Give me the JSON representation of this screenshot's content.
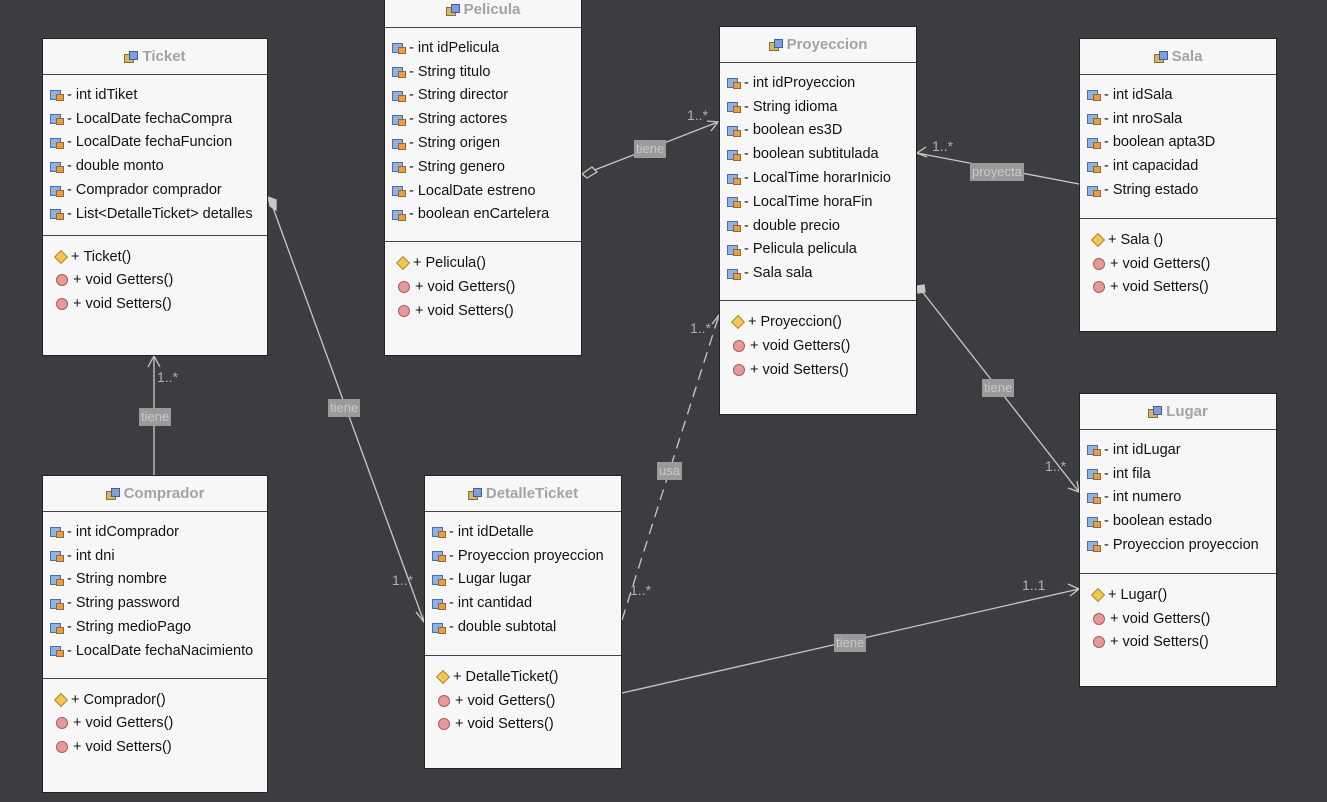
{
  "classes": {
    "ticket": {
      "name": "Ticket",
      "attributes": [
        "int idTiket",
        "LocalDate fechaCompra",
        "LocalDate fechaFuncion",
        "double monto",
        "Comprador comprador",
        "List<DetalleTicket> detalles"
      ],
      "operations": [
        "Ticket()",
        "void Getters()",
        "void Setters()"
      ]
    },
    "pelicula": {
      "name": "Pelicula",
      "attributes": [
        "int idPelicula",
        "String titulo",
        "String director",
        "String actores",
        "String origen",
        "String genero",
        "LocalDate estreno",
        "boolean enCartelera"
      ],
      "operations": [
        "Pelicula()",
        "void Getters()",
        "void Setters()"
      ]
    },
    "proyeccion": {
      "name": "Proyeccion",
      "attributes": [
        "int idProyeccion",
        "String idioma",
        "boolean es3D",
        "boolean subtitulada",
        "LocalTime horarInicio",
        "LocalTime horaFin",
        "double precio",
        "Pelicula pelicula",
        "Sala sala"
      ],
      "operations": [
        "Proyeccion()",
        "void Getters()",
        "void Setters()"
      ]
    },
    "sala": {
      "name": "Sala",
      "attributes": [
        "int idSala",
        "int nroSala",
        "boolean apta3D",
        "int capacidad",
        "String estado"
      ],
      "operations": [
        "Sala ()",
        "void Getters()",
        "void Setters()"
      ]
    },
    "comprador": {
      "name": "Comprador",
      "attributes": [
        "int idComprador",
        "int dni",
        "String nombre",
        "String password",
        "String medioPago",
        "LocalDate fechaNacimiento"
      ],
      "operations": [
        "Comprador()",
        "void Getters()",
        "void Setters()"
      ]
    },
    "detalleticket": {
      "name": "DetalleTicket",
      "attributes": [
        "int idDetalle",
        "Proyeccion proyeccion",
        "Lugar lugar",
        "int cantidad",
        "double subtotal"
      ],
      "operations": [
        "DetalleTicket()",
        "void Getters()",
        "void Setters()"
      ]
    },
    "lugar": {
      "name": "Lugar",
      "attributes": [
        "int idLugar",
        "int fila",
        "int numero",
        "boolean estado",
        "Proyeccion proyeccion"
      ],
      "operations": [
        "Lugar()",
        "void Getters()",
        "void Setters()"
      ]
    }
  },
  "visibility": {
    "private": "-",
    "public": "+"
  },
  "relations": {
    "pelicula_proyeccion": {
      "label": "tiene",
      "multiplicity": "1..*"
    },
    "sala_proyeccion": {
      "label": "proyecta",
      "multiplicity": "1..*"
    },
    "ticket_detalle": {
      "label": "tiene",
      "multiplicity": "1..*"
    },
    "comprador_ticket": {
      "label": "tiene",
      "multiplicity": "1..*"
    },
    "detalle_proyeccion": {
      "label": "usa",
      "multiplicity_src": "1..*",
      "multiplicity_dst": "1..*"
    },
    "proyeccion_lugar": {
      "label": "tiene",
      "multiplicity": "1..*"
    },
    "detalle_lugar": {
      "label": "tiene",
      "multiplicity": "1..1"
    }
  },
  "colors": {
    "background": "#3b3d40",
    "box": "#f7f7f7",
    "edge": "#c8c8c8",
    "label_bg": "#9a9a9a"
  }
}
